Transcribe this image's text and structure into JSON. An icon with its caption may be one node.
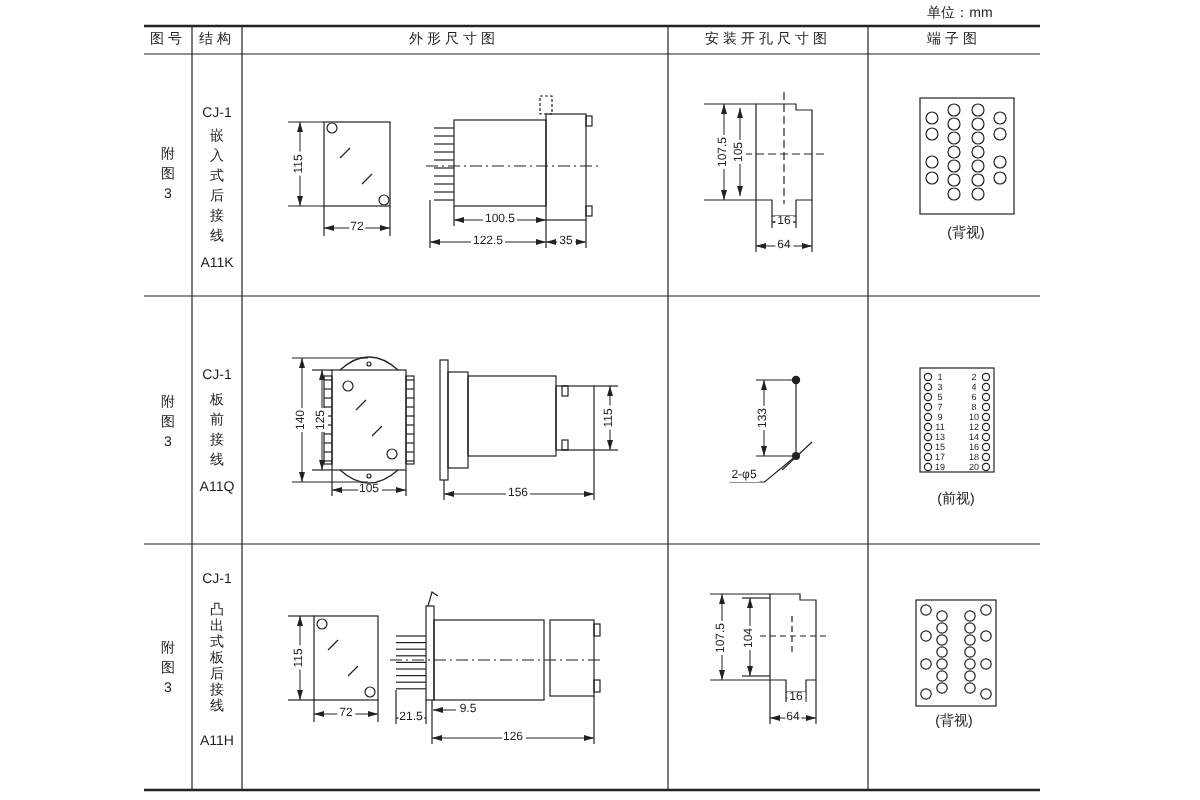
{
  "diagram": {
    "nodes": [
      {
        "text": [
          "2-φ5"
        ]
      },
      {
        "text": [],
        "shape": "circle"
      }
    ],
    "edges": [
      {
        "from": 0,
        "to": 1,
        "arrow": "none"
      }
    ],
    "labels": [
      "单位：mm",
      "图号",
      "结构",
      "外形尺寸图",
      "安装开孔尺寸图",
      "端子图",
      "附图3",
      "CJ-1",
      "嵌入式后接线",
      "A11K",
      "115",
      "72",
      "100.5",
      "122.5",
      "35",
      "107.5",
      "105",
      "16",
      "64",
      "(背视)",
      "附图3",
      "CJ-1",
      "板前接线",
      "A11Q",
      "140",
      "125",
      "105",
      "156",
      "115",
      "133",
      "1",
      "2",
      "3",
      "4",
      "5",
      "6",
      "7",
      "8",
      "9",
      "10",
      "11",
      "12",
      "13",
      "14",
      "15",
      "16",
      "17",
      "18",
      "19",
      "20",
      "(前视)",
      "附图3",
      "CJ-1",
      "凸出式板后接线",
      "A11H",
      "115",
      "72",
      "21.5",
      "9.5",
      "126",
      "107.5",
      "104",
      "16",
      "64",
      "(背视)"
    ]
  }
}
